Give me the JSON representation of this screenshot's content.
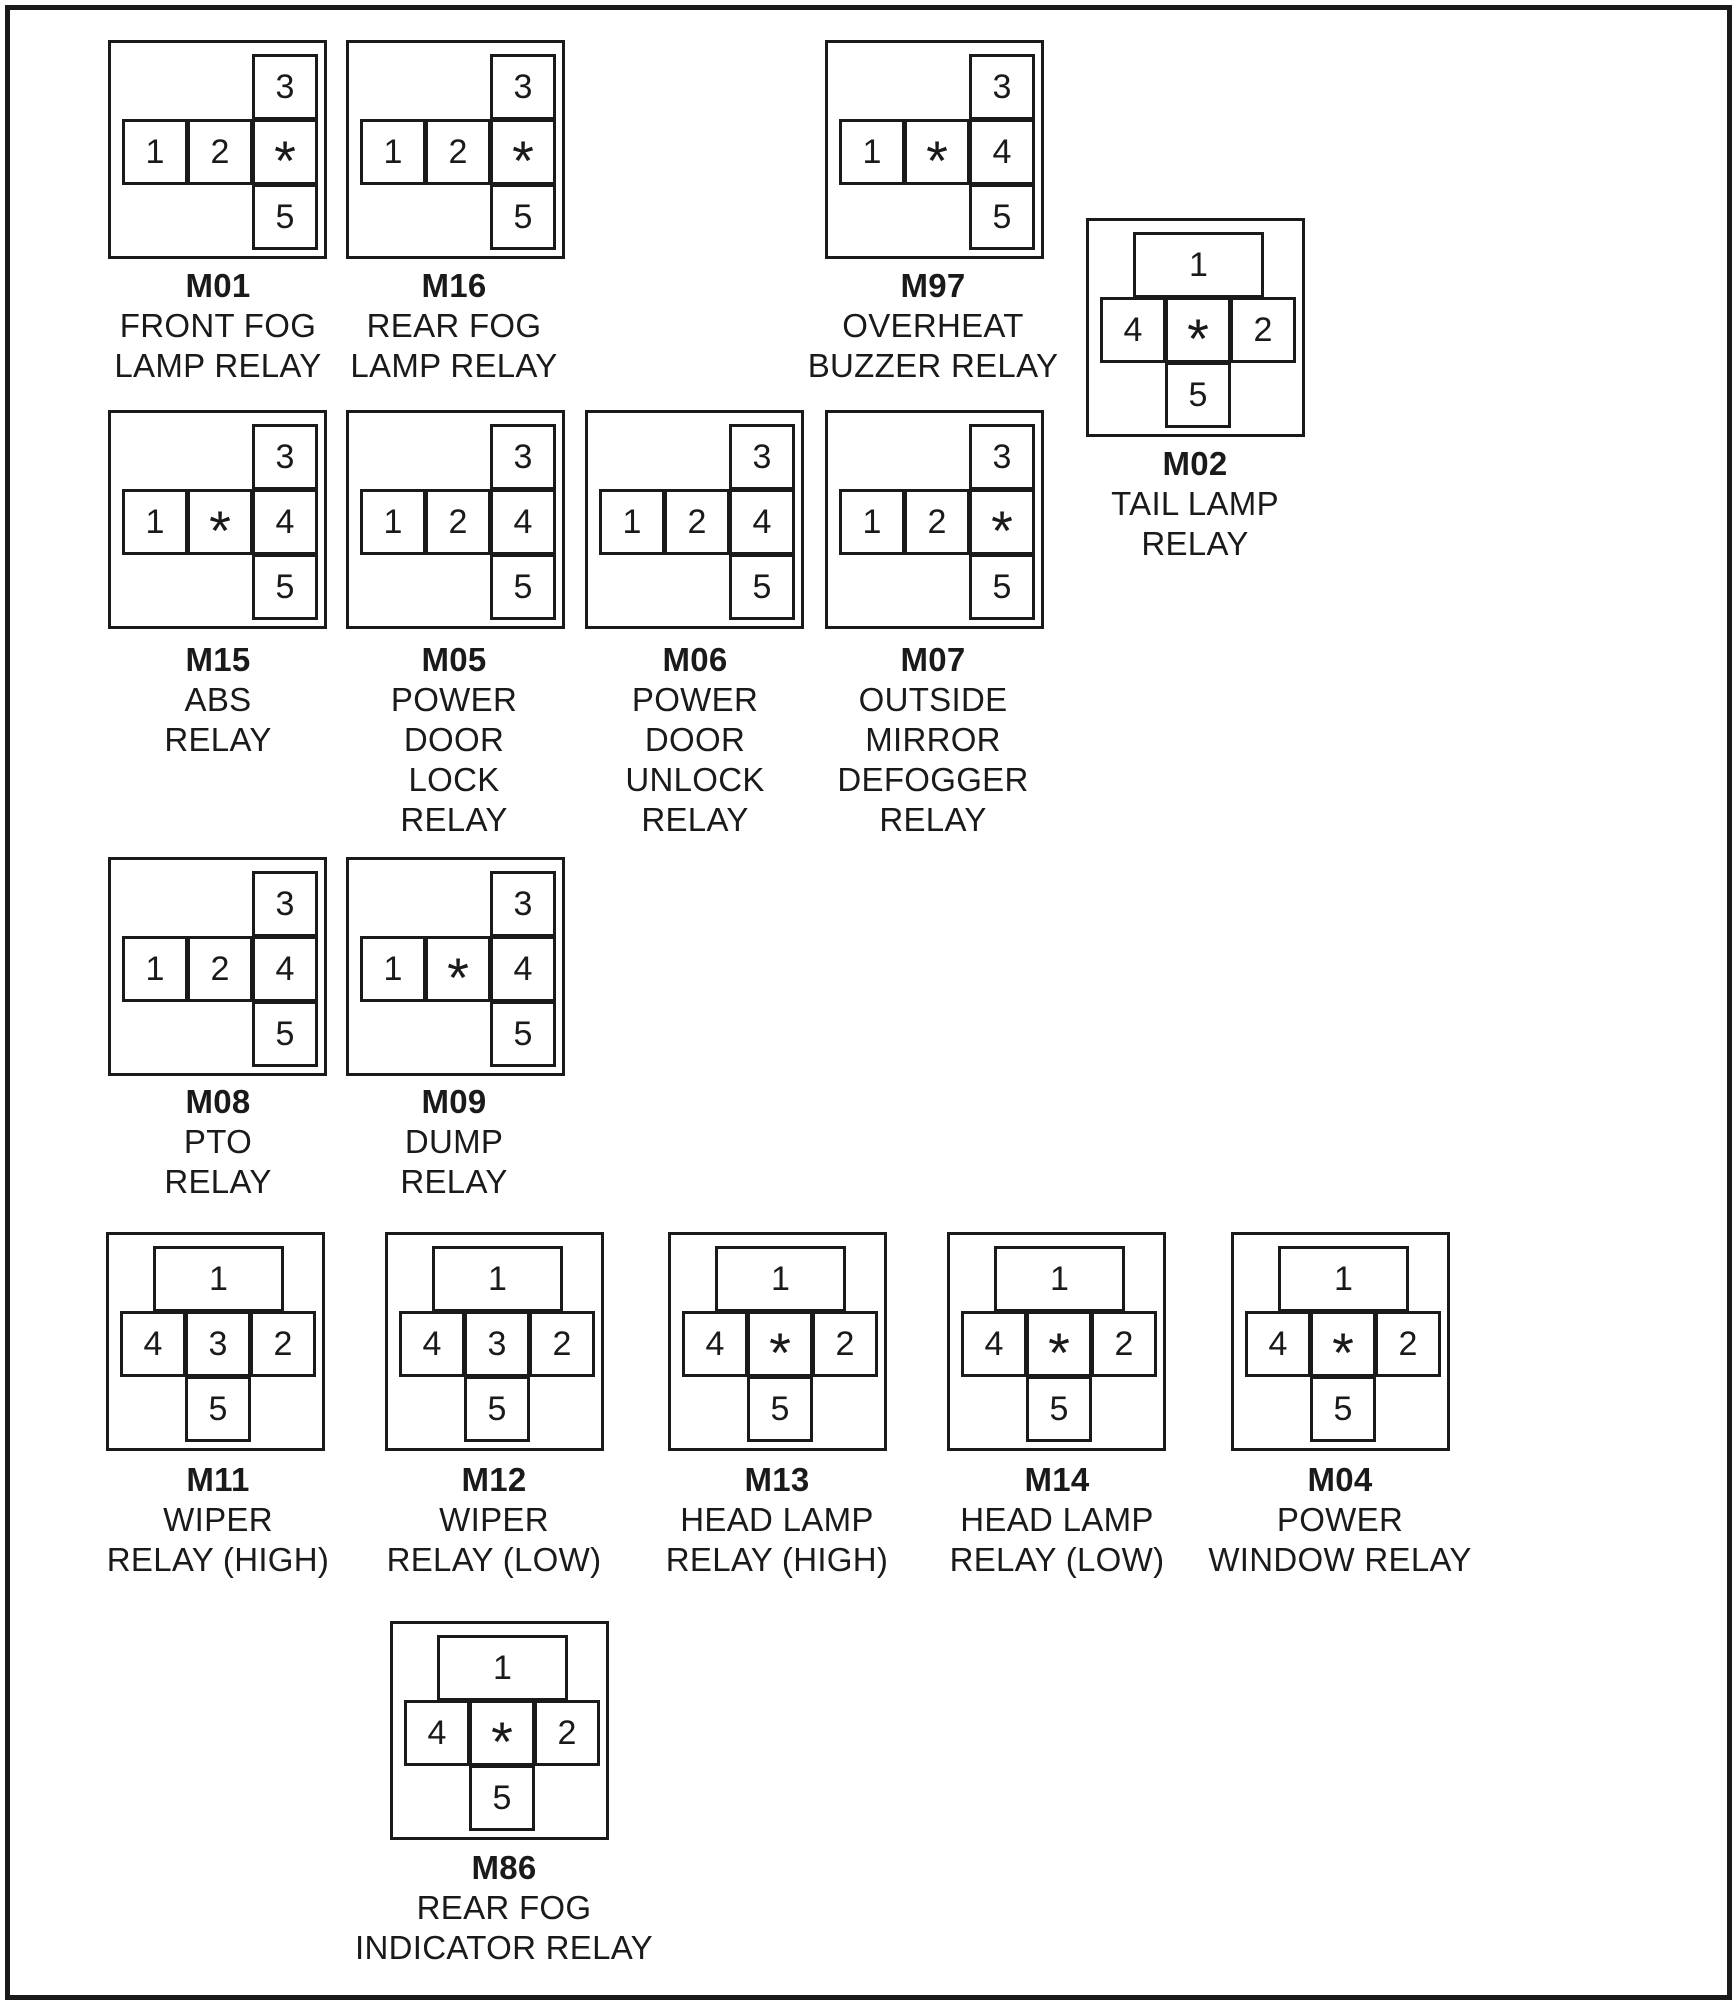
{
  "relays": [
    {
      "code": "M01",
      "lines": [
        "FRONT FOG",
        "LAMP RELAY"
      ],
      "layout": "T",
      "pins": {
        "top": "3",
        "left": "1",
        "mid": "2",
        "right": "*",
        "bottom": "5"
      }
    },
    {
      "code": "M16",
      "lines": [
        "REAR FOG",
        "LAMP RELAY"
      ],
      "layout": "T",
      "pins": {
        "top": "3",
        "left": "1",
        "mid": "2",
        "right": "*",
        "bottom": "5"
      }
    },
    {
      "code": "M97",
      "lines": [
        "OVERHEAT",
        "BUZZER RELAY"
      ],
      "layout": "T",
      "pins": {
        "top": "3",
        "left": "1",
        "mid": "*",
        "right": "4",
        "bottom": "5"
      }
    },
    {
      "code": "M02",
      "lines": [
        "TAIL LAMP",
        "RELAY"
      ],
      "layout": "P",
      "pins": {
        "top": "1",
        "left": "4",
        "mid": "*",
        "right": "2",
        "bottom": "5"
      }
    },
    {
      "code": "M15",
      "lines": [
        "ABS",
        "RELAY"
      ],
      "layout": "T",
      "pins": {
        "top": "3",
        "left": "1",
        "mid": "*",
        "right": "4",
        "bottom": "5"
      }
    },
    {
      "code": "M05",
      "lines": [
        "POWER",
        "DOOR",
        "LOCK",
        "RELAY"
      ],
      "layout": "T",
      "pins": {
        "top": "3",
        "left": "1",
        "mid": "2",
        "right": "4",
        "bottom": "5"
      }
    },
    {
      "code": "M06",
      "lines": [
        "POWER",
        "DOOR",
        "UNLOCK",
        "RELAY"
      ],
      "layout": "T",
      "pins": {
        "top": "3",
        "left": "1",
        "mid": "2",
        "right": "4",
        "bottom": "5"
      }
    },
    {
      "code": "M07",
      "lines": [
        "OUTSIDE",
        "MIRROR",
        "DEFOGGER",
        "RELAY"
      ],
      "layout": "T",
      "pins": {
        "top": "3",
        "left": "1",
        "mid": "2",
        "right": "*",
        "bottom": "5"
      }
    },
    {
      "code": "M08",
      "lines": [
        "PTO",
        "RELAY"
      ],
      "layout": "T",
      "pins": {
        "top": "3",
        "left": "1",
        "mid": "2",
        "right": "4",
        "bottom": "5"
      }
    },
    {
      "code": "M09",
      "lines": [
        "DUMP",
        "RELAY"
      ],
      "layout": "T",
      "pins": {
        "top": "3",
        "left": "1",
        "mid": "*",
        "right": "4",
        "bottom": "5"
      }
    },
    {
      "code": "M11",
      "lines": [
        "WIPER",
        "RELAY (HIGH)"
      ],
      "layout": "P",
      "pins": {
        "top": "1",
        "left": "4",
        "mid": "3",
        "right": "2",
        "bottom": "5"
      }
    },
    {
      "code": "M12",
      "lines": [
        "WIPER",
        "RELAY (LOW)"
      ],
      "layout": "P",
      "pins": {
        "top": "1",
        "left": "4",
        "mid": "3",
        "right": "2",
        "bottom": "5"
      }
    },
    {
      "code": "M13",
      "lines": [
        "HEAD LAMP",
        "RELAY (HIGH)"
      ],
      "layout": "P",
      "pins": {
        "top": "1",
        "left": "4",
        "mid": "*",
        "right": "2",
        "bottom": "5"
      }
    },
    {
      "code": "M14",
      "lines": [
        "HEAD LAMP",
        "RELAY (LOW)"
      ],
      "layout": "P",
      "pins": {
        "top": "1",
        "left": "4",
        "mid": "*",
        "right": "2",
        "bottom": "5"
      }
    },
    {
      "code": "M04",
      "lines": [
        "POWER",
        "WINDOW RELAY"
      ],
      "layout": "P",
      "pins": {
        "top": "1",
        "left": "4",
        "mid": "*",
        "right": "2",
        "bottom": "5"
      }
    },
    {
      "code": "M86",
      "lines": [
        "REAR FOG",
        "INDICATOR RELAY"
      ],
      "layout": "P",
      "pins": {
        "top": "1",
        "left": "4",
        "mid": "*",
        "right": "2",
        "bottom": "5"
      }
    }
  ]
}
